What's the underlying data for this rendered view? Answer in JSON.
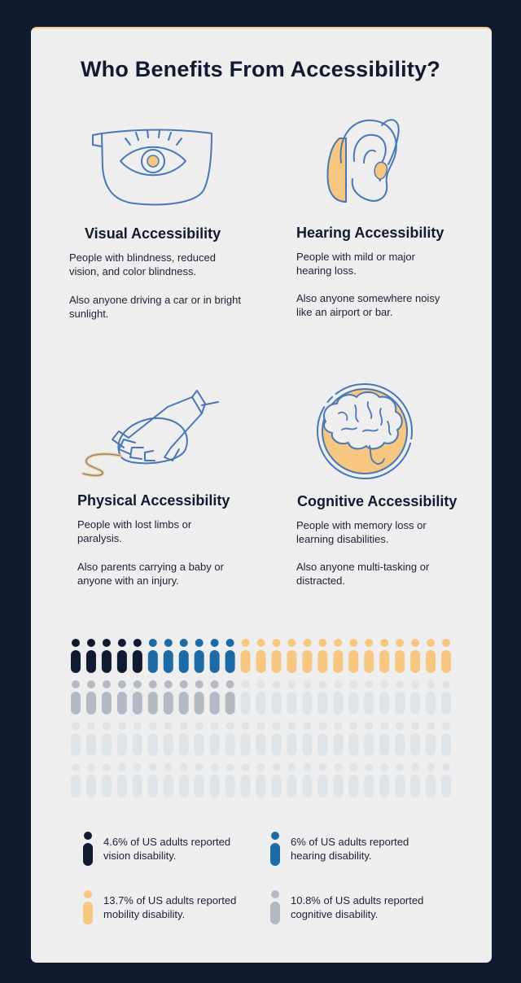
{
  "title": "Who Benefits From Accessibility?",
  "colors": {
    "background": "#0f1a31",
    "card": "#eeeeef",
    "navy": "#111a30",
    "blue": "#1d6aa5",
    "orange": "#f7c782",
    "gray": "#b4bac3",
    "faint": "#dee3e8",
    "line": "#4a77b4"
  },
  "sections": {
    "visual": {
      "icon": "eye-glasses-icon",
      "title": "Visual Accessibility",
      "text1": "People with blindness, reduced vision, and color blindness.",
      "text2": "Also anyone driving a car or in bright sunlight."
    },
    "hearing": {
      "icon": "ear-hearing-aid-icon",
      "title": "Hearing Accessibility",
      "text1": "People with mild or major hearing loss.",
      "text2": "Also anyone somewhere noisy like an airport or bar."
    },
    "physical": {
      "icon": "hand-mouse-icon",
      "title": "Physical Accessibility",
      "text1": "People with lost limbs or paralysis.",
      "text2": "Also parents carrying a baby or anyone with an injury."
    },
    "cognitive": {
      "icon": "brain-icon",
      "title": "Cognitive Accessibility",
      "text1": "People with memory loss or learning disabilities.",
      "text2": "Also anyone multi-tasking or distracted."
    }
  },
  "pictogram": {
    "rows": 4,
    "columns": 25,
    "counts": {
      "vision": 5,
      "hearing": 6,
      "mobility": 14,
      "cognitive": 11
    }
  },
  "legend": [
    {
      "key": "vision",
      "text": "4.6% of US adults reported vision disability."
    },
    {
      "key": "hearing",
      "text": "6% of US adults reported hearing disability."
    },
    {
      "key": "mobility",
      "text": "13.7% of US adults reported mobility disability."
    },
    {
      "key": "cognitive",
      "text": "10.8% of US adults reported cognitive disability."
    }
  ]
}
